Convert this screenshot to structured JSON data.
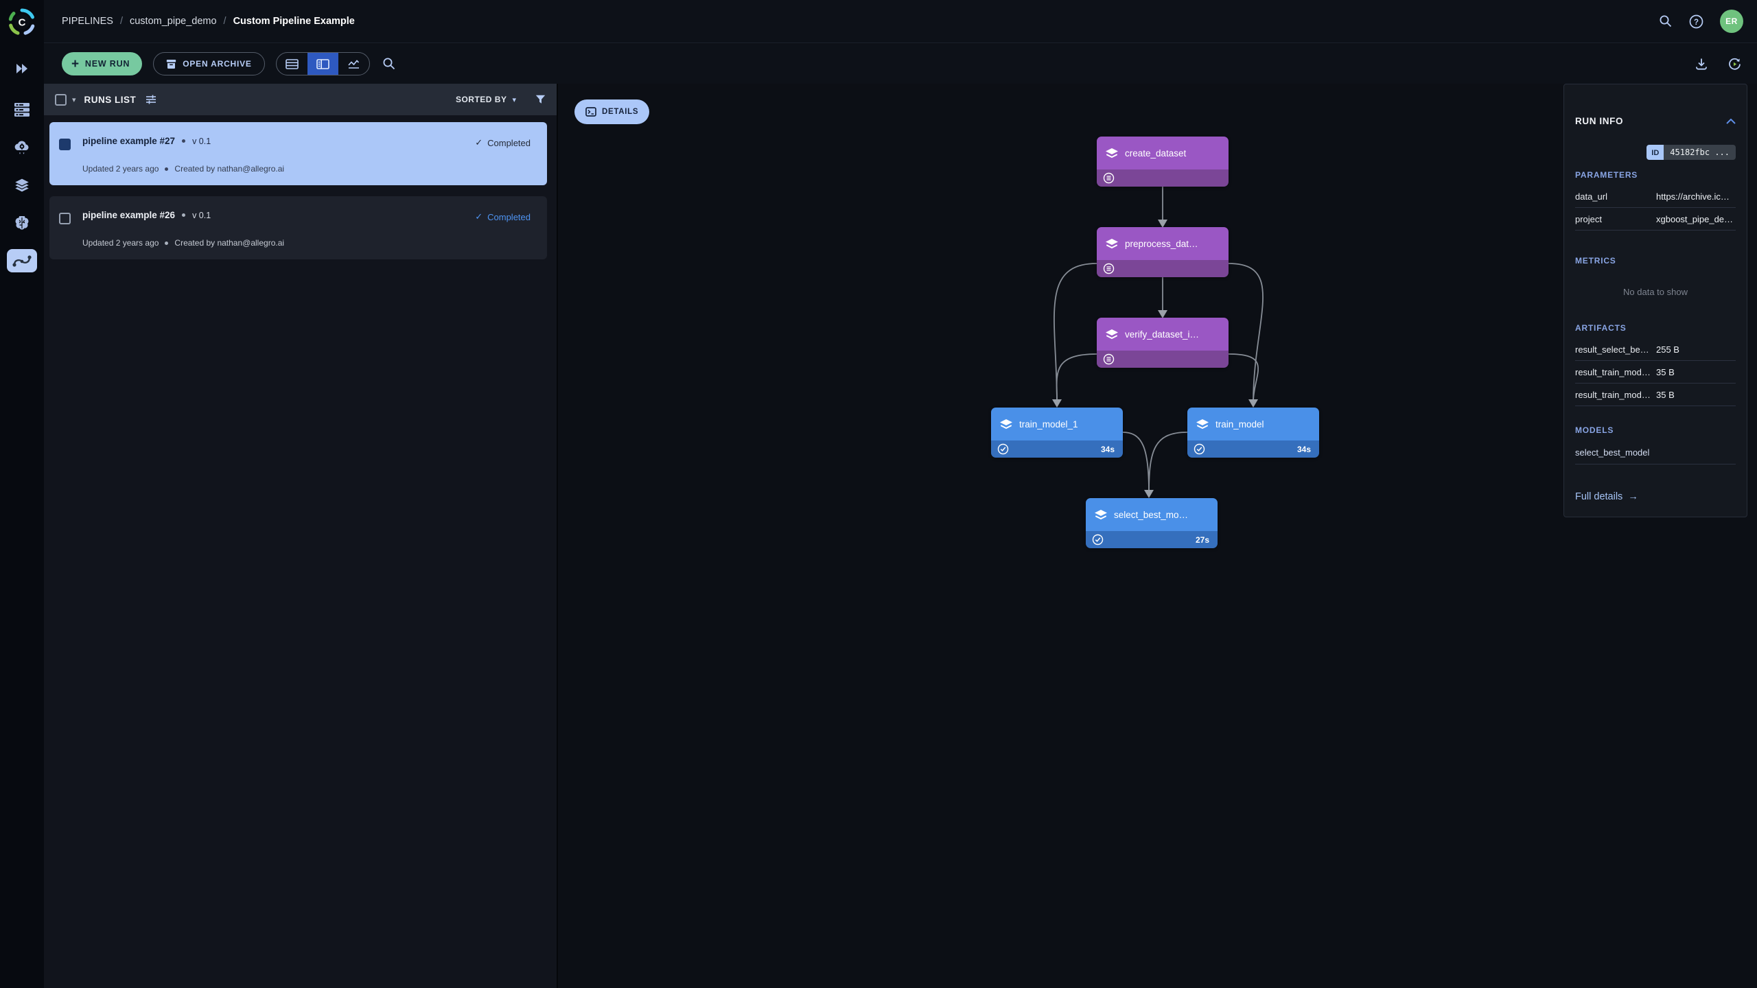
{
  "glyphs": {
    "check": "✓",
    "plus": "+",
    "caret_down": "▾",
    "arrow_right": "→",
    "question": "?"
  },
  "sidebar": {
    "items": [
      "expand",
      "projects",
      "hyper-datasets",
      "datasets",
      "models",
      "pipelines"
    ],
    "active": "pipelines"
  },
  "topbar": {
    "breadcrumbs": [
      "PIPELINES",
      "custom_pipe_demo",
      "Custom Pipeline Example"
    ],
    "avatar_initials": "ER"
  },
  "toolbar": {
    "new_run_label": "NEW RUN",
    "open_archive_label": "OPEN ARCHIVE"
  },
  "runs_panel": {
    "title": "RUNS LIST",
    "sorted_by_label": "SORTED BY",
    "runs": [
      {
        "title": "pipeline example #27",
        "version": "v 0.1",
        "status": "Completed",
        "updated": "Updated 2 years ago",
        "creator": "Created by nathan@allegro.ai",
        "selected": true
      },
      {
        "title": "pipeline example #26",
        "version": "v 0.1",
        "status": "Completed",
        "updated": "Updated 2 years ago",
        "creator": "Created by nathan@allegro.ai",
        "selected": false
      }
    ]
  },
  "graph": {
    "details_label": "DETAILS",
    "nodes": [
      {
        "label": "create_dataset",
        "color": "purple"
      },
      {
        "label": "preprocess_dat…",
        "color": "purple"
      },
      {
        "label": "verify_dataset_i…",
        "color": "purple"
      },
      {
        "label": "train_model_1",
        "color": "blue",
        "duration": "34s"
      },
      {
        "label": "train_model",
        "color": "blue",
        "duration": "34s"
      },
      {
        "label": "select_best_mo…",
        "color": "blue",
        "duration": "27s"
      }
    ]
  },
  "run_info": {
    "title": "RUN INFO",
    "id_badge": "ID",
    "id_value": "45182fbc ...",
    "parameters": {
      "title": "PARAMETERS",
      "rows": [
        {
          "label": "data_url",
          "value": "https://archive.ic…"
        },
        {
          "label": "project",
          "value": "xgboost_pipe_de…"
        }
      ]
    },
    "metrics": {
      "title": "METRICS",
      "empty": "No data to show"
    },
    "artifacts": {
      "title": "ARTIFACTS",
      "rows": [
        {
          "label": "result_select_be…",
          "value": "255 B"
        },
        {
          "label": "result_train_mod…",
          "value": "35 B"
        },
        {
          "label": "result_train_mod…",
          "value": "35 B"
        }
      ]
    },
    "models": {
      "title": "MODELS",
      "items": [
        "select_best_model"
      ]
    },
    "full_details_label": "Full details"
  },
  "colors": {
    "accent_green": "#77c9a0",
    "selected_card": "#abc7f8",
    "purple_node": "#9a57c4",
    "purple_node_footer": "#7b4697",
    "blue_node": "#4a90e8",
    "blue_node_footer": "#356fbd",
    "periwinkle": "#b7cdf6",
    "status_blue": "#4f94f2",
    "avatar_green": "#6fc27e",
    "toggle_selected_blue": "#2e59c0"
  }
}
